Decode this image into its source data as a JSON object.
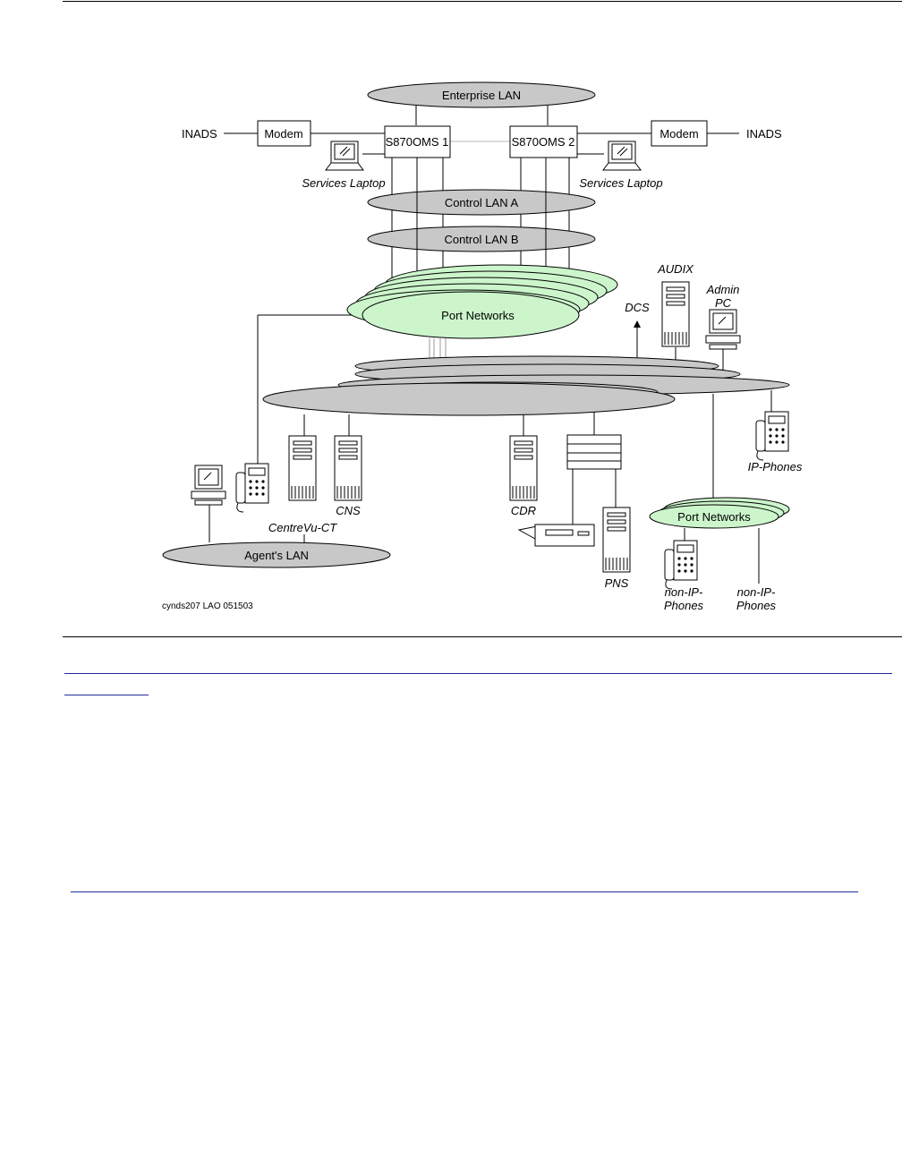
{
  "diagram": {
    "networks": {
      "enterprise_lan": "Enterprise LAN",
      "control_lan_a": "Control LAN A",
      "control_lan_b": "Control LAN B",
      "port_networks_main": "Port Networks",
      "port_networks_remote": "Port Networks",
      "agents_lan": "Agent's LAN"
    },
    "boxes": {
      "modem_left": "Modem",
      "modem_right": "Modem",
      "server_1": "S870OMS 1",
      "server_2": "S870OMS 2"
    },
    "endpoints": {
      "inads_left": "INADS",
      "inads_right": "INADS",
      "services_laptop_left": "Services Laptop",
      "services_laptop_right": "Services Laptop",
      "audix": "AUDIX",
      "admin_pc_line1": "Admin",
      "admin_pc_line2": "PC",
      "dcs": "DCS",
      "ip_phones": "IP-Phones",
      "centrevu": "CentreVu-CT",
      "cns": "CNS",
      "cdr": "CDR",
      "pns": "PNS",
      "non_ip_phones_1_line1": "non-IP-",
      "non_ip_phones_1_line2": "Phones",
      "non_ip_phones_2_line1": "non-IP-",
      "non_ip_phones_2_line2": "Phones"
    },
    "figure_id": "cynds207 LAO 051503",
    "colors": {
      "lan_fill": "#c8c8c8",
      "port_network_fill": "#ccf5cc",
      "line": "#000000"
    }
  }
}
